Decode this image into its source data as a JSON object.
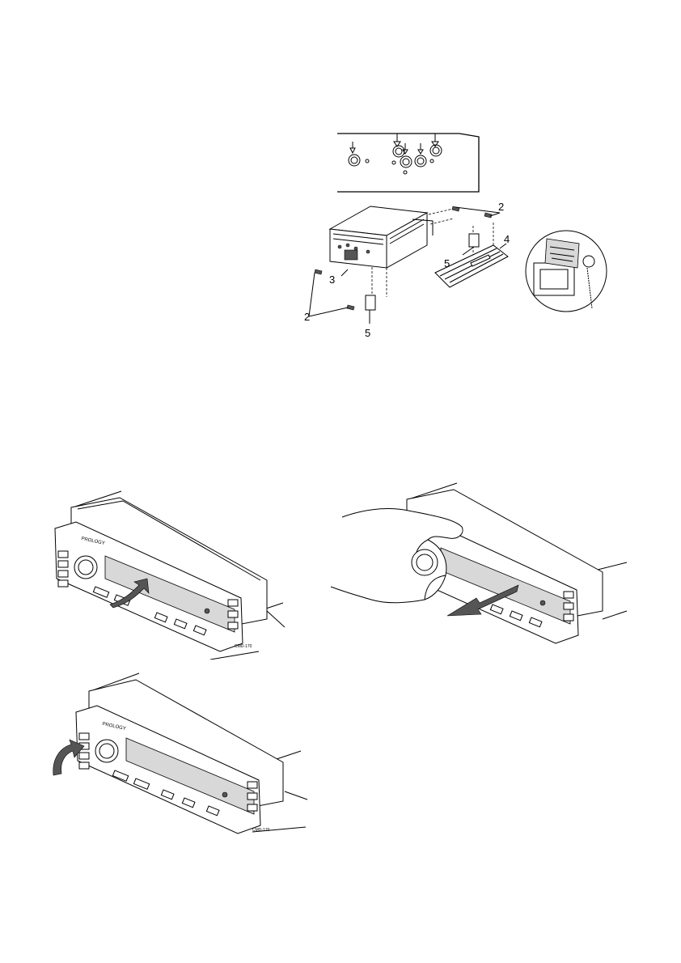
{
  "figure_top": {
    "callouts": {
      "c2_top": "2",
      "c4": "4",
      "c5_top": "5",
      "c3": "3",
      "c2_bottom": "2",
      "c5_bottom": "5"
    }
  },
  "figure_unit": {
    "brand_label": "PROLOGY",
    "model_label": "CMD-170"
  },
  "colors": {
    "ink": "#000000",
    "paper": "#ffffff",
    "shade": "#d8d8d8"
  },
  "icons": [
    "down-arrow-icon",
    "release-arrow-icon",
    "pull-arrow-icon",
    "attach-arrow-icon"
  ]
}
